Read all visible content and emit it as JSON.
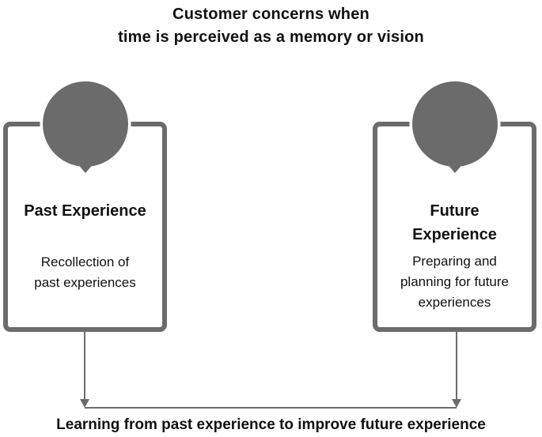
{
  "title": {
    "line1": "Customer concerns when",
    "line2": "time is perceived as a memory or vision"
  },
  "past": {
    "title": "Past Experience",
    "desc_line1": "Recollection of",
    "desc_line2": "past experiences"
  },
  "future": {
    "title_line1": "Future",
    "title_line2": "Experience",
    "desc_line1": "Preparing and",
    "desc_line2": "planning for future",
    "desc_line3": "experiences"
  },
  "footer": "Learning from past experience to improve future experience",
  "colors": {
    "frame": "#6b6b6b",
    "pin": "#6b6b6b",
    "connector": "#6b6b6b",
    "text": "#111111"
  }
}
